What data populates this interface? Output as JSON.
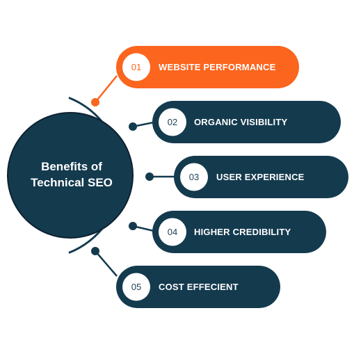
{
  "center": {
    "line1": "Benefits of",
    "line2": "Technical SEO"
  },
  "colors": {
    "dark": "#143a4e",
    "accent": "#fb651e",
    "white": "#ffffff",
    "number_dark": "#1f3f55",
    "number_accent": "#fb651e"
  },
  "items": [
    {
      "number": "01",
      "label": "WEBSITE PERFORMANCE",
      "highlight": true
    },
    {
      "number": "02",
      "label": "ORGANIC VISIBILITY",
      "highlight": false
    },
    {
      "number": "03",
      "label": "USER EXPERIENCE",
      "highlight": false
    },
    {
      "number": "04",
      "label": "HIGHER CREDIBILITY",
      "highlight": false
    },
    {
      "number": "05",
      "label": "COST EFFECIENT",
      "highlight": false
    }
  ]
}
